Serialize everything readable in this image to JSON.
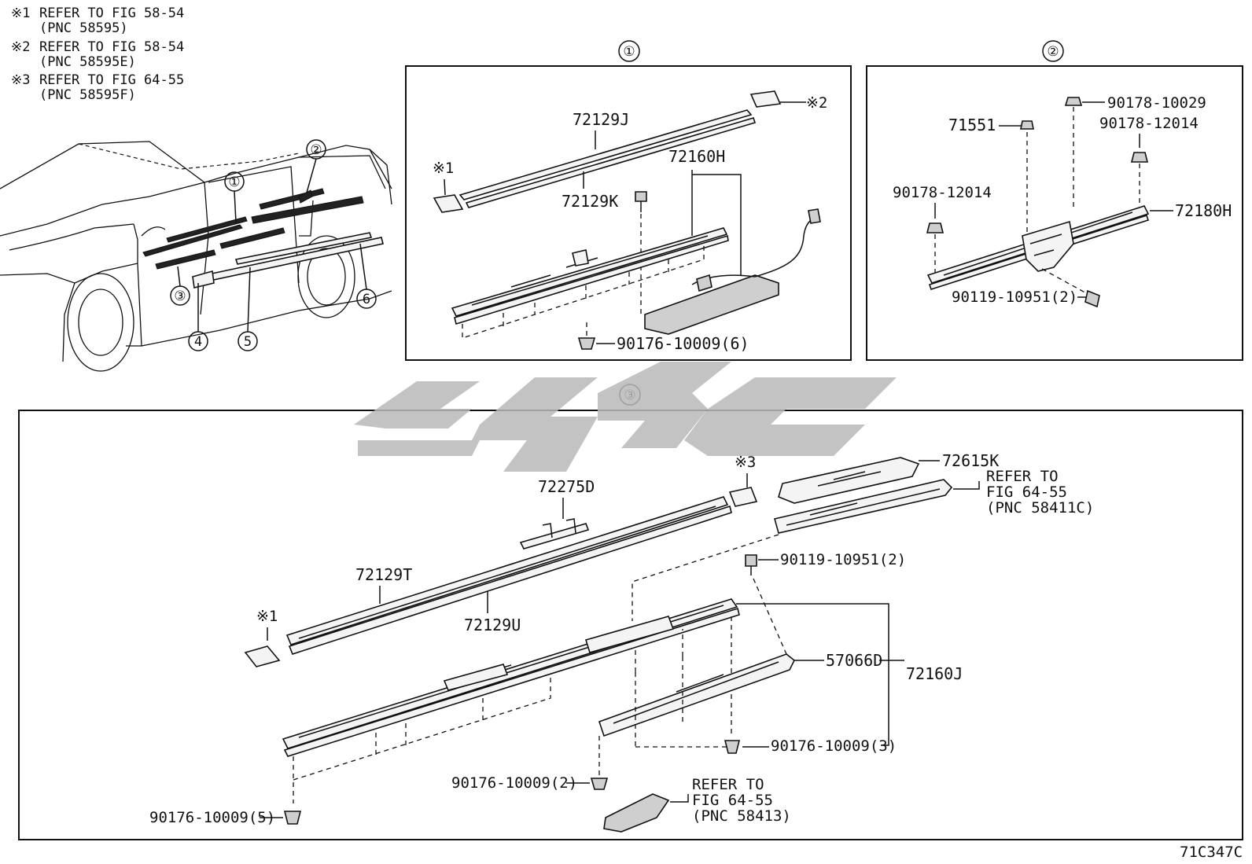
{
  "notes": [
    {
      "mark": "※1",
      "line1": "REFER TO FIG 58-54",
      "line2": "(PNC 58595)"
    },
    {
      "mark": "※2",
      "line1": "REFER TO FIG 58-54",
      "line2": "(PNC 58595E)"
    },
    {
      "mark": "※3",
      "line1": "REFER TO FIG 64-55",
      "line2": "(PNC 58595F)"
    }
  ],
  "overview_callouts": [
    "①",
    "②",
    "③",
    "4",
    "5",
    "6"
  ],
  "section1": {
    "title": "①",
    "parts": [
      "72129J",
      "72129K",
      "72160H",
      "90176-10009(6)"
    ],
    "refs": [
      "※1",
      "※2"
    ]
  },
  "section2": {
    "title": "②",
    "parts": [
      "90178-10029",
      "71551",
      "90178-12014",
      "90178-12014",
      "72180H",
      "90119-10951(2)"
    ]
  },
  "section3": {
    "title": "③",
    "parts": [
      "72615K",
      "72275D",
      "72129T",
      "72129U",
      "90119-10951(2)",
      "57066D",
      "72160J",
      "90176-10009(3)",
      "90176-10009(2)",
      "90176-10009(5)"
    ],
    "refs": [
      "※3",
      "※1"
    ],
    "ref_fig1": {
      "line1": "REFER TO",
      "line2": "FIG 64-55",
      "line3": "(PNC 58411C)"
    },
    "ref_fig2": {
      "line1": "REFER TO",
      "line2": "FIG 64-55",
      "line3": "(PNC 58413)"
    }
  },
  "drawing_code": "71C347C",
  "icons": [
    "watermark-logo"
  ]
}
